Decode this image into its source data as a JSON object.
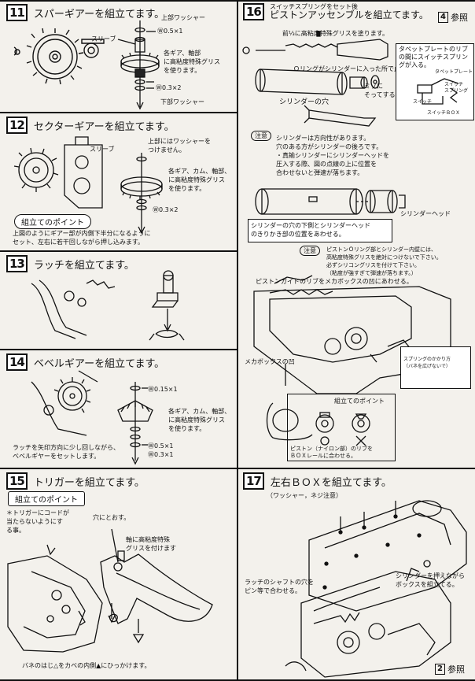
{
  "s11": {
    "num": "11",
    "title": "スパーギアーを組立てます。",
    "upper_washer": "上部ワッシャー",
    "sleeve": "スリーブ",
    "w1": "Ⓦ0.5×1",
    "w2": "Ⓦ0.3×2",
    "grease": "各ギア、軸部\nに高粘度特殊グリス\nを使ります。",
    "lower_washer": "下部ワッシャー"
  },
  "s12": {
    "num": "12",
    "title": "セクターギアーを組立てます。",
    "sleeve": "スリーブ",
    "no_washer": "上部にはワッシャーを\nつけません。",
    "grease": "各ギア、カム、軸部、\nに高粘度特殊グリス\nを使ります。",
    "w1": "Ⓦ0.3×2",
    "point": "組立てのポイント",
    "point_text": "上図のようにギアー部が内側下半分になるように\nセット、左右に若干回しながら押し込みます。"
  },
  "s13": {
    "num": "13",
    "title": "ラッチを組立てます。"
  },
  "s14": {
    "num": "14",
    "title": "ベベルギアーを組立てます。",
    "w1": "Ⓦ0.15×1",
    "grease": "各ギア、カム、軸部、\nに高粘度特殊グリス\nを使ります。",
    "w2": "Ⓦ0.5×1",
    "w3": "Ⓦ0.3×1",
    "note": "ラッチを矢印方向に少し回しながら、\nベベルギヤーをセットします。"
  },
  "s15": {
    "num": "15",
    "title": "トリガーを組立てます。",
    "point": "組立てのポイント",
    "cord": "＊トリガーにコードが\n当たらないようにす\nる事。",
    "hole": "穴にとおす。",
    "grease": "軸に高粘度特殊\nグリスを付けます",
    "spring": "バネのはじ△をカベの内側▲にひっかけます。"
  },
  "s16": {
    "num": "16",
    "pre": "スイッチスプリングをセット後",
    "title": "ピストンアッセンブルを組立てます。",
    "ref": "参照",
    "ref_num": "4",
    "front": "前⅓に高粘度特殊グリスを塗ります。",
    "oring": "Ｏリングがシリンダーに入った所で止めます。",
    "mini": "ミゾに\nそってする",
    "hole": "シリンダーの穴",
    "tapet": "タペットプレートのリブ\nの間にスイッチスプリン\nグが入る。",
    "tapet_plate": "タペットプレート",
    "switch": "スイッチ",
    "switch_spring": "スイッチ\nスプリング",
    "switch_box": "スイッチＢＯＸ",
    "caution": "注意",
    "caution_text": "シリンダーは方向性があります。\n穴のある方がシリンダーの後ろです。\n・真鍮シリンダーにシリンダーヘッドを\n圧入する際、図の点線の上に位置を\n合わせないと弾速が落ちます。",
    "head": "シリンダーヘッド",
    "align": "シリンダーの穴の下側とシリンダーヘッド\nのきりかき部の位置をあわせる。",
    "caution2": "注意",
    "caution2_text": "ピストンＯリング部とシリンダー内壁には、\n高粘度特殊グリスを絶対につけないで下さい。\n必ずシリコングリスを付けて下さい。\n（粘度が強すぎて弾速が落ちます。）",
    "guide": "ピストンガイドのリブをメカボックスの凹にあわせる。",
    "mechabox": "メカボックスの凹",
    "spring_note": "スプリングのかかり方\n（バネを広げないで）",
    "point": "組立てのポイント",
    "point_text": "ピストン（ナイロン部）のリブを\nＢＯＸレールに合わせる。"
  },
  "s17": {
    "num": "17",
    "title": "左右ＢＯＸを組立てます。",
    "sub": "（ワッシャー，ネジ注意）",
    "latch": "ラッチのシャフトの穴を\nピン等で合わせる。",
    "press": "シリンダーを押えながら\nボックスを組立てる。",
    "ref": "参照",
    "ref_num": "2"
  }
}
